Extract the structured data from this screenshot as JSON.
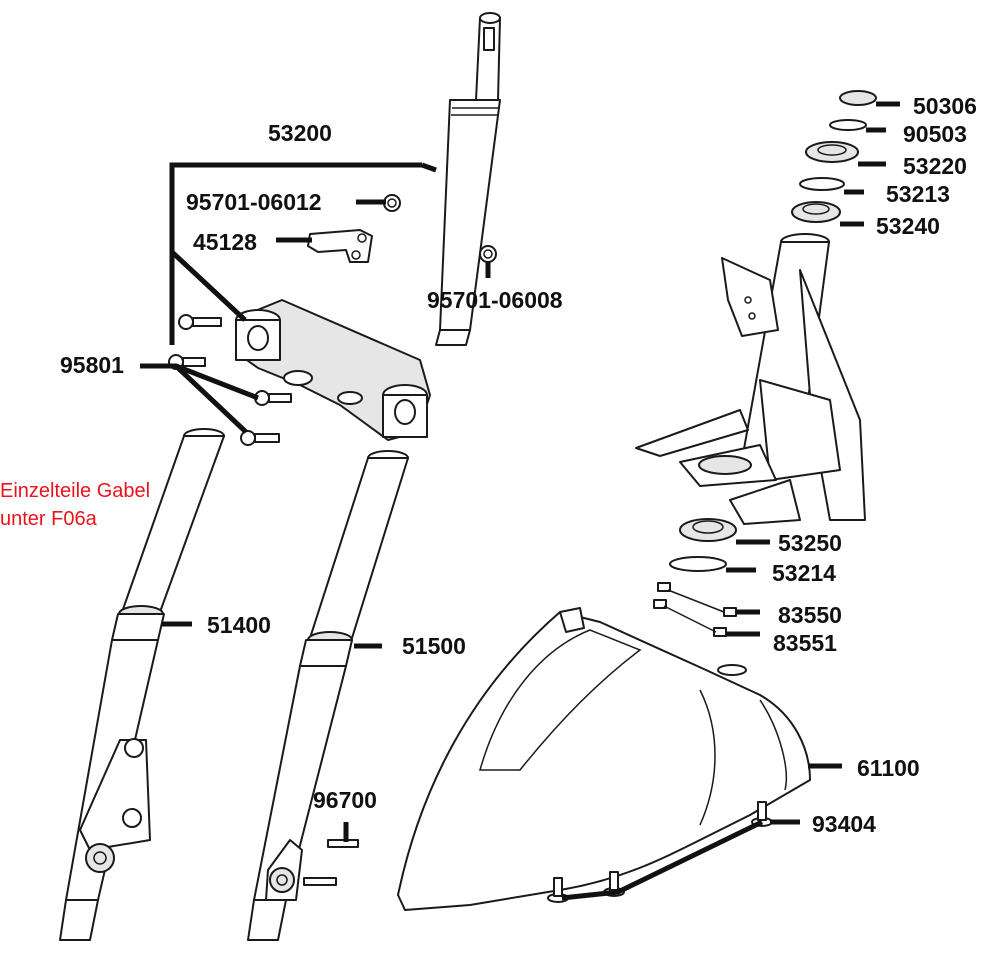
{
  "diagram": {
    "note": {
      "line1": "Einzelteile Gabel",
      "line2": "unter F06a",
      "color": "#e8141c"
    },
    "labels": {
      "p53200": "53200",
      "p95701_06012": "95701-06012",
      "p45128": "45128",
      "p95701_06008": "95701-06008",
      "p95801": "95801",
      "p51400": "51400",
      "p51500": "51500",
      "p96700": "96700",
      "p50306": "50306",
      "p90503": "90503",
      "p53220": "53220",
      "p53213": "53213",
      "p53240": "53240",
      "p53250": "53250",
      "p53214": "53214",
      "p83550": "83550",
      "p83551": "83551",
      "p61100": "61100",
      "p93404": "93404"
    }
  }
}
